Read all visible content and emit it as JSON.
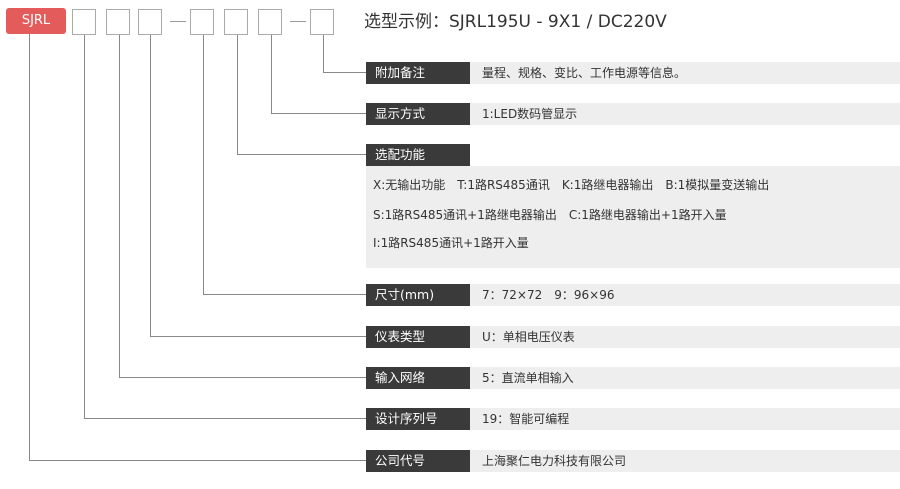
{
  "prefix": "SJRL",
  "example": "选型示例：SJRL195U - 9X1 / DC220V",
  "rows": [
    {
      "label": "附加备注",
      "value": "量程、规格、变比、工作电源等信息。"
    },
    {
      "label": "显示方式",
      "value": "1:LED数码管显示"
    },
    {
      "label": "选配功能",
      "value": ""
    },
    {
      "label": "尺寸(mm)",
      "value": "7：72×72　9：96×96"
    },
    {
      "label": "仪表类型",
      "value": "U：单相电压仪表"
    },
    {
      "label": "输入网络",
      "value": "5：直流单相输入"
    },
    {
      "label": "设计序列号",
      "value": "19：智能可编程"
    },
    {
      "label": "公司代号",
      "value": "上海聚仁电力科技有限公司"
    }
  ],
  "options": [
    "X:无输出功能　T:1路RS485通讯　K:1路继电器输出　B:1模拟量变送输出",
    "S:1路RS485通讯+1路继电器输出　C:1路继电器输出+1路开入量",
    "I:1路RS485通讯+1路开入量"
  ],
  "colors": {
    "prefix_bg": "#e35b5a",
    "label_bg": "#3a3a3a",
    "value_bg": "#eeeeee",
    "line": "#888888"
  }
}
